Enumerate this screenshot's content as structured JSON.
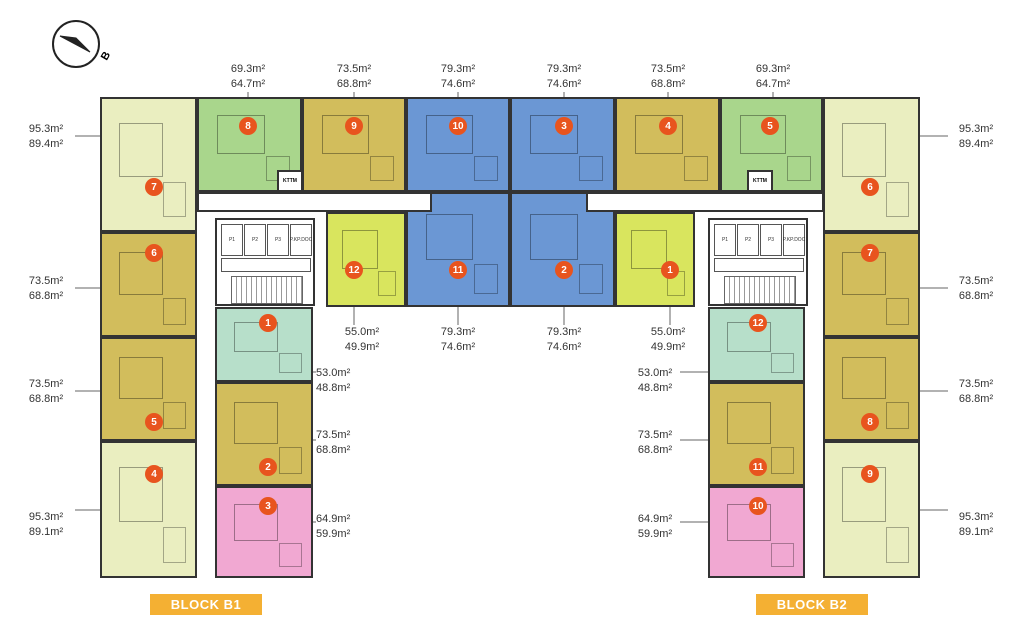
{
  "compass": {
    "label": "B"
  },
  "colors": {
    "light_yellow": "#eaeec0",
    "olive": "#d2bd5c",
    "green": "#a9d68c",
    "blue": "#6b97d4",
    "lime": "#d9e55e",
    "mint": "#b7dfca",
    "pink": "#f1a8d2",
    "marker": "#e8541e",
    "block_label": "#f4b033"
  },
  "blocks": [
    {
      "label": "BLOCK B1",
      "units": [
        "7",
        "6",
        "5",
        "4",
        "8",
        "9",
        "10",
        "11",
        "12",
        "1",
        "2",
        "3"
      ],
      "kttm": "KTTM",
      "core_rooms": [
        "P1",
        "P2",
        "P3",
        "P.KP.DOC"
      ]
    },
    {
      "label": "BLOCK B2",
      "units": [
        "6",
        "7",
        "8",
        "9",
        "5",
        "4",
        "3",
        "2",
        "1",
        "12",
        "11",
        "10"
      ],
      "kttm": "KTTM",
      "core_rooms": [
        "P1",
        "P2",
        "P3",
        "P.KP.DOC"
      ]
    }
  ],
  "areas": [
    {
      "gross": "69.3m²",
      "net": "64.7m²"
    },
    {
      "gross": "73.5m²",
      "net": "68.8m²"
    },
    {
      "gross": "79.3m²",
      "net": "74.6m²"
    },
    {
      "gross": "79.3m²",
      "net": "74.6m²"
    },
    {
      "gross": "73.5m²",
      "net": "68.8m²"
    },
    {
      "gross": "69.3m²",
      "net": "64.7m²"
    },
    {
      "gross": "95.3m²",
      "net": "89.4m²"
    },
    {
      "gross": "73.5m²",
      "net": "68.8m²"
    },
    {
      "gross": "73.5m²",
      "net": "68.8m²"
    },
    {
      "gross": "95.3m²",
      "net": "89.1m²"
    },
    {
      "gross": "95.3m²",
      "net": "89.4m²"
    },
    {
      "gross": "73.5m²",
      "net": "68.8m²"
    },
    {
      "gross": "73.5m²",
      "net": "68.8m²"
    },
    {
      "gross": "95.3m²",
      "net": "89.1m²"
    },
    {
      "gross": "55.0m²",
      "net": "49.9m²"
    },
    {
      "gross": "79.3m²",
      "net": "74.6m²"
    },
    {
      "gross": "79.3m²",
      "net": "74.6m²"
    },
    {
      "gross": "55.0m²",
      "net": "49.9m²"
    },
    {
      "gross": "53.0m²",
      "net": "48.8m²"
    },
    {
      "gross": "73.5m²",
      "net": "68.8m²"
    },
    {
      "gross": "64.9m²",
      "net": "59.9m²"
    },
    {
      "gross": "53.0m²",
      "net": "48.8m²"
    },
    {
      "gross": "73.5m²",
      "net": "68.8m²"
    },
    {
      "gross": "64.9m²",
      "net": "59.9m²"
    }
  ]
}
